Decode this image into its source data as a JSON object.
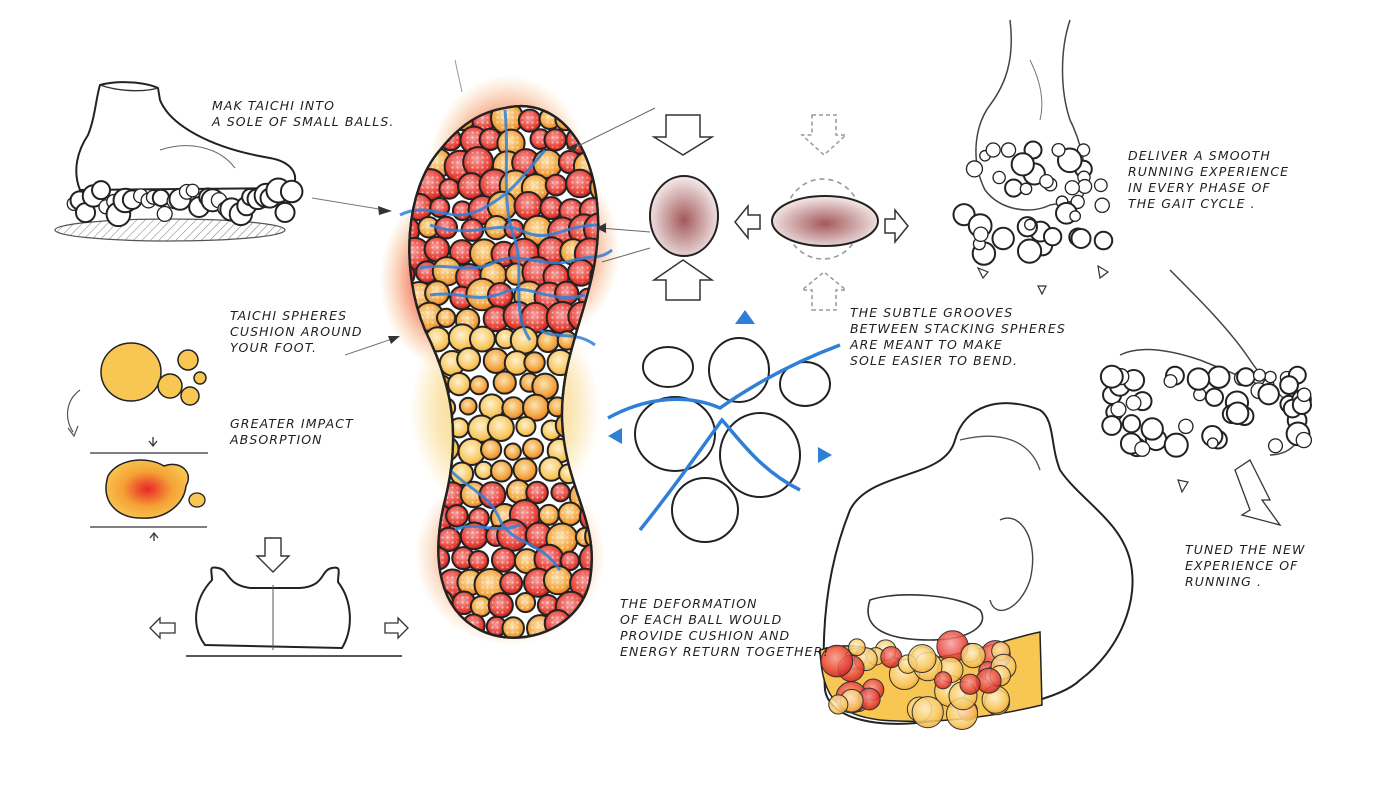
{
  "annotations": {
    "sole_of_balls": "MAK TAICHI INTO\nA SOLE OF SMALL BALLS.",
    "spheres_cushion": "TAICHI SPHERES\nCUSHION AROUND\nYOUR FOOT.",
    "impact_absorption": "GREATER IMPACT\nABSORPTION",
    "subtle_grooves": "THE SUBTLE GROOVES\nBETWEEN STACKING SPHERES\nARE MEANT TO MAKE\nSOLE EASIER TO BEND.",
    "deformation": "THE DEFORMATION\nOF EACH BALL WOULD\nPROVIDE CUSHION AND\nENERGY RETURN TOGETHER!",
    "smooth_running": "DELIVER A SMOOTH\nRUNNING EXPERIENCE\nIN EVERY PHASE OF\nTHE GAIT CYCLE .",
    "tuned_experience": "TUNED THE NEW\nEXPERIENCE OF\nRUNNING ."
  },
  "colors": {
    "ink": "#1f1f1f",
    "sketch_gray": "#555555",
    "heat_red": "#e8262a",
    "heat_orange": "#f39a2c",
    "heat_yellow": "#f7c653",
    "groove_blue": "#2f7fd6",
    "ball_mauve": "#a3595b"
  }
}
